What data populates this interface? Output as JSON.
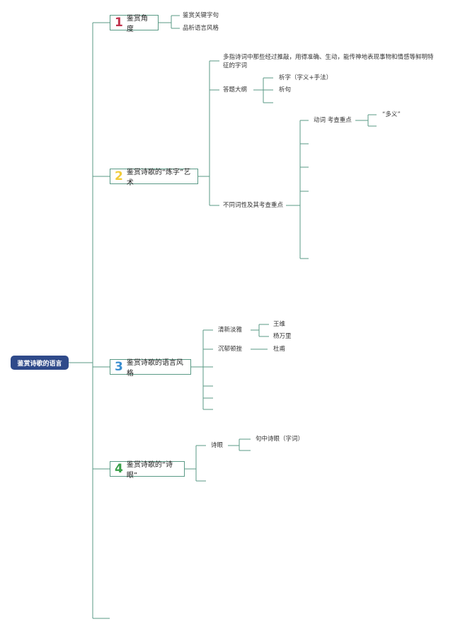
{
  "root": "鉴赏诗歌的语言",
  "sections": [
    {
      "num": "1",
      "num_color": "#c0334d",
      "label": "鉴赏角度"
    },
    {
      "num": "2",
      "num_color": "#f2cc3a",
      "label": "鉴赏诗歌的“炼字”艺术"
    },
    {
      "num": "3",
      "num_color": "#3a8ed0",
      "label": "鉴赏诗歌的语言风格"
    },
    {
      "num": "4",
      "num_color": "#3aa04a",
      "label": "鉴赏诗歌的“诗眼”"
    }
  ],
  "s1": {
    "a": "鉴赏关键字句",
    "b": "品析语言风格"
  },
  "s2": {
    "definition": "多指诗词中那些经过推敲，用得准确、生动，能传神地表现事物和情感等鲜明特征的字词",
    "outline": "答题大纲",
    "outline_children": [
      "析字（字义+手法）",
      "析句"
    ],
    "types": "不同词性及其考查重点",
    "verb": "动词 考查重点",
    "verb_point": "“多义”"
  },
  "s3": {
    "style1": "清新淡雅",
    "style1_poets": [
      "王维",
      "杨万里"
    ],
    "style2": "沉郁顿挫",
    "style2_poet": "杜甫"
  },
  "s4": {
    "eye": "诗眼",
    "eye_child": "句中诗眼（字词）"
  },
  "colors": {
    "line": "#5a9a86",
    "root_bg": "#2f4a8a"
  }
}
